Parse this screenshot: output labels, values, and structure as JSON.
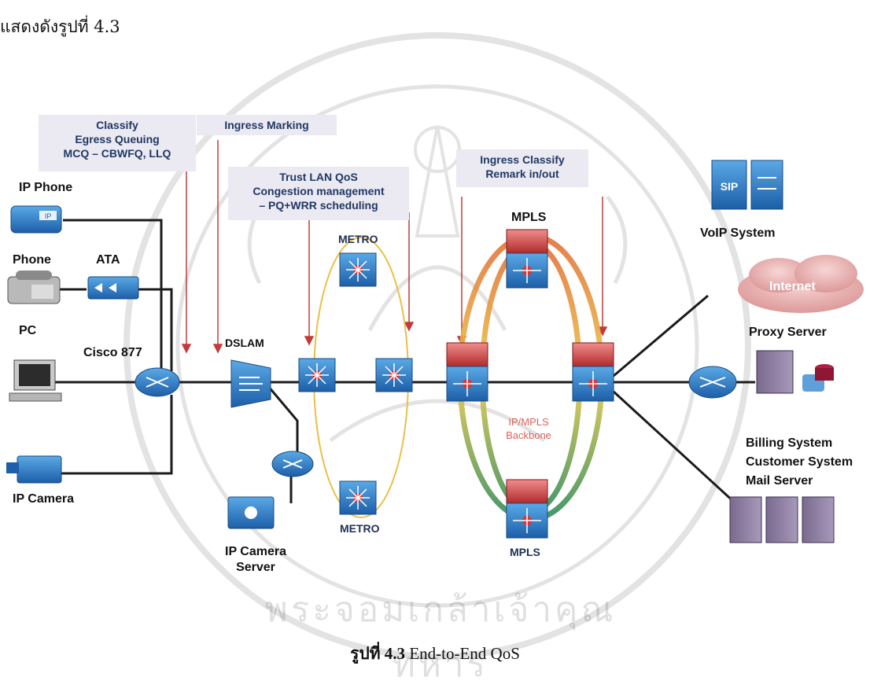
{
  "intro_text": "แสดงดังรูปที่ 4.3",
  "caption": {
    "prefix": "รูปที่ 4.3",
    "title": "End-to-End QoS"
  },
  "watermark": {
    "text": "พระจอมเกล้าเจ้าคุณทหาร"
  },
  "annotations": {
    "classify": [
      "Classify",
      "Egress Queuing",
      "MCQ – CBWFQ,  LLQ"
    ],
    "ingress_marking": "Ingress Marking",
    "trust_lan": [
      "Trust LAN QoS",
      "Congestion management",
      "– PQ+WRR  scheduling"
    ],
    "ingress_classify": [
      "Ingress Classify",
      "Remark in/out"
    ],
    "backbone": [
      "IP/MPLS",
      "Backbone"
    ]
  },
  "devices": {
    "ip_phone": "IP Phone",
    "phone": "Phone",
    "ata": "ATA",
    "pc": "PC",
    "cisco_877": "Cisco 877",
    "ip_camera": "IP Camera",
    "dslam": "DSLAM",
    "ip_camera_server": [
      "IP Camera",
      "Server"
    ],
    "metro_top": "METRO",
    "metro_bottom": "METRO",
    "mpls_top": "MPLS",
    "mpls_bottom": "MPLS",
    "voip_system": "VoIP  System",
    "internet": "Internet",
    "proxy_server": "Proxy Server",
    "backend": [
      "Billing  System",
      "Customer System",
      "Mail Server"
    ],
    "sip_icon_text": "SIP",
    "ip_phone_icon_text": "IP"
  }
}
